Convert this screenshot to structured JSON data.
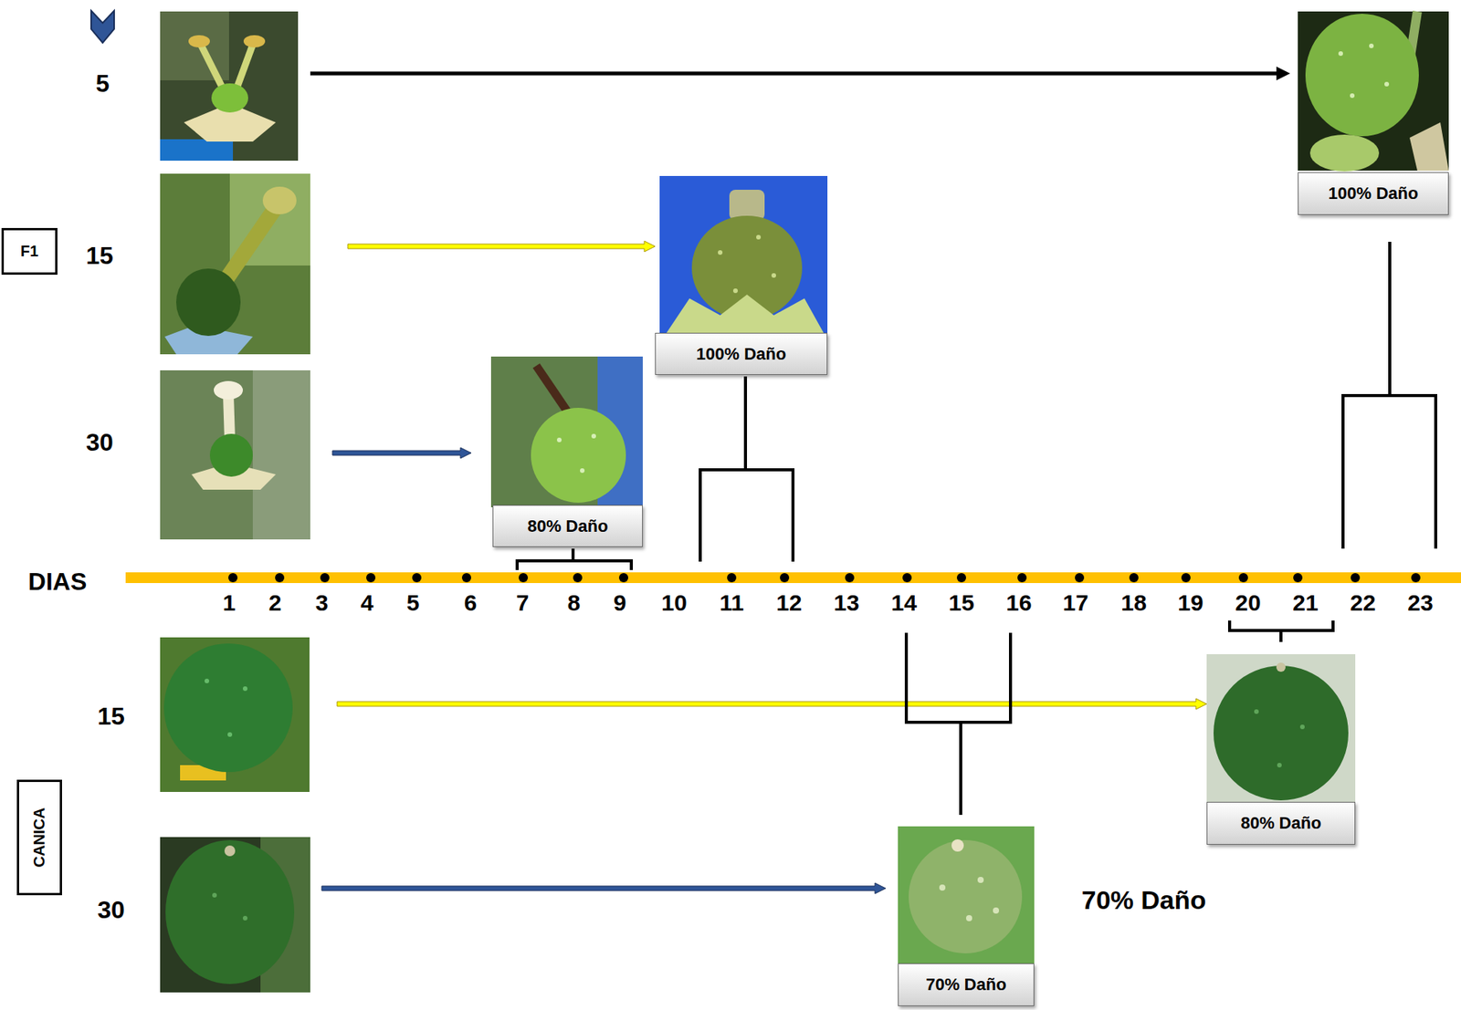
{
  "diagram": {
    "nodes": [
      {
        "text": [
          "100% Daño"
        ]
      },
      {
        "text": [
          "F1"
        ]
      },
      {
        "text": [
          "100% Daño"
        ]
      },
      {
        "text": [
          "80% Daño"
        ]
      },
      {
        "text": [
          "80% Daño"
        ]
      },
      {
        "text": [
          "CANICA"
        ]
      },
      {
        "text": [
          "70% Daño"
        ]
      }
    ],
    "labels": [
      "5",
      "15",
      "30",
      "DIAS",
      "1",
      "2",
      "3",
      "4",
      "5",
      "6",
      "7",
      "8",
      "9",
      "10",
      "11",
      "12",
      "13",
      "14",
      "15",
      "16",
      "17",
      "18",
      "19",
      "20",
      "21",
      "22",
      "23",
      "15",
      "30",
      "70% Daño"
    ]
  }
}
